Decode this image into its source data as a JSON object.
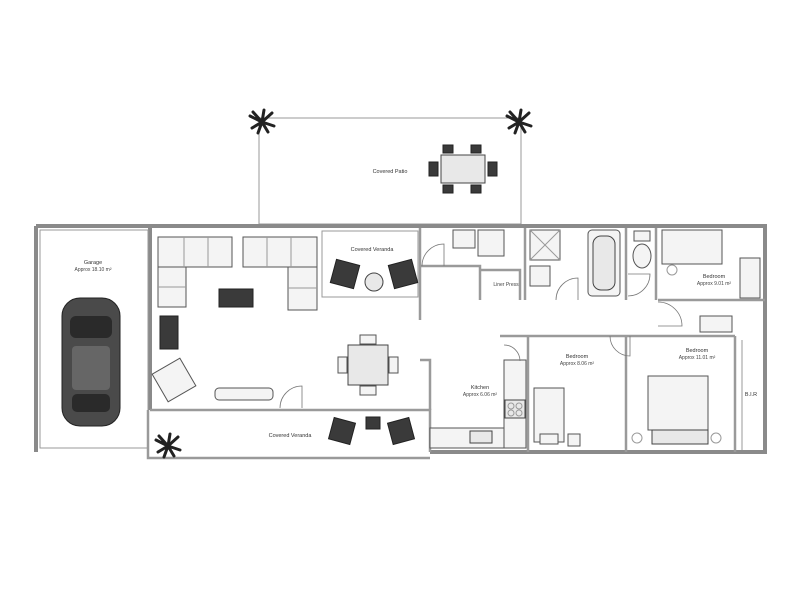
{
  "rooms": {
    "covered_patio": "Covered Patio",
    "covered_veranda_top": "Covered Veranda",
    "covered_veranda_bottom": "Covered Veranda",
    "garage": "Garage",
    "garage_area": "Approx 18.10 m²",
    "linen_press": "Liner Press",
    "kitchen": "Kitchen",
    "kitchen_area": "Approx 6.06 m²",
    "bedroom_small": "Bedroom",
    "bedroom_small_area": "Approx 8.06 m²",
    "bedroom_right": "Bedroom",
    "bedroom_right_area": "Approx 9.01 m²",
    "bedroom_main": "Bedroom",
    "bedroom_main_area": "Approx 11.01 m²",
    "bir": "B.I.R"
  },
  "colors": {
    "walls": "#8a8a8a",
    "furniture_outline": "#555555",
    "dark_fill": "#3a3a3a",
    "background": "#ffffff"
  }
}
